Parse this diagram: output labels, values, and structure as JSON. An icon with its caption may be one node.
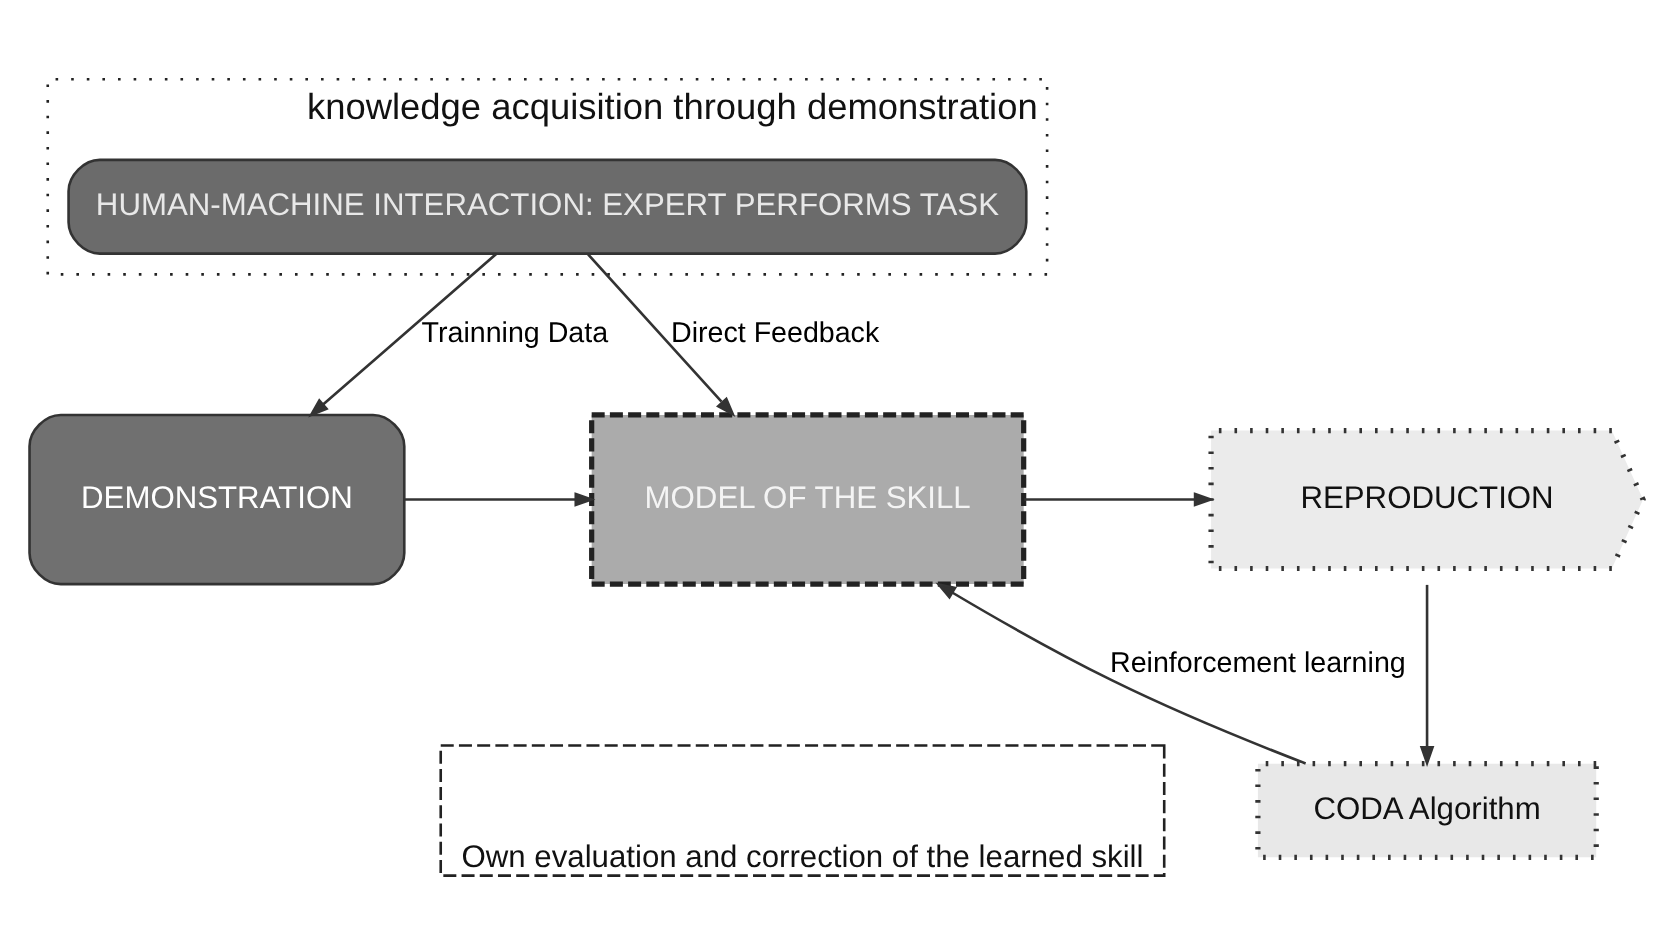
{
  "diagram": {
    "nodes": [
      {
        "text": [
          "knowledge acquisition through demonstration"
        ]
      },
      {
        "text": [
          "HUMAN-MACHINE INTERACTION: EXPERT PERFORMS TASK"
        ],
        "in": 0
      },
      {
        "text": [
          "DEMONSTRATION"
        ]
      },
      {
        "text": [
          "MODEL OF THE SKILL"
        ]
      },
      {
        "text": [
          "REPRODUCTION"
        ]
      },
      {
        "text": [
          "CODA Algorithm"
        ]
      },
      {
        "text": [
          "Own evaluation and correction of the learned skill"
        ]
      }
    ],
    "edges": [
      {
        "from": 1,
        "to": 2,
        "arrow": "to",
        "label": "Trainning Data"
      },
      {
        "from": 1,
        "to": 3,
        "arrow": "to",
        "label": "Direct Feedback"
      },
      {
        "from": 2,
        "to": 3,
        "arrow": "to"
      },
      {
        "from": 3,
        "to": 4,
        "arrow": "to"
      },
      {
        "from": 4,
        "to": 5,
        "arrow": "to"
      },
      {
        "from": 5,
        "to": 3,
        "arrow": "to",
        "label": "Reinforcement learning"
      }
    ]
  }
}
